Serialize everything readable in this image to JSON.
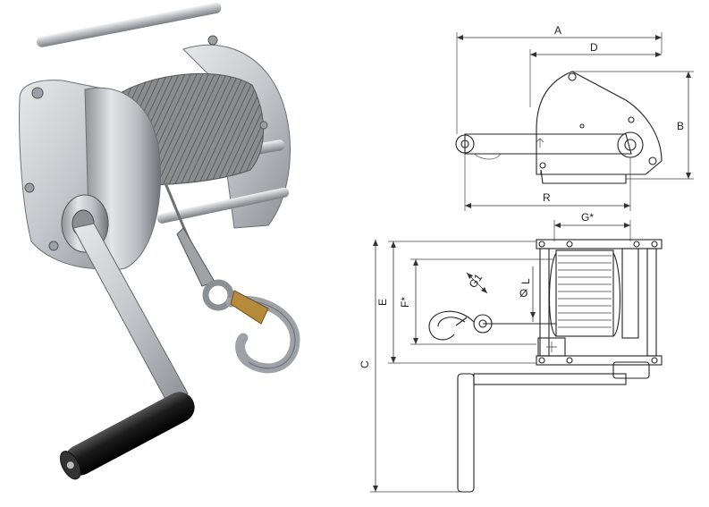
{
  "figure": {
    "photo": {
      "subject": "Hand winch with steel wire rope, hook and crank handle"
    },
    "side_view": {
      "labels": {
        "A": "A",
        "D": "D",
        "B": "B",
        "R": "R"
      }
    },
    "top_view": {
      "labels": {
        "G": "G*",
        "E": "E",
        "F": "F*",
        "C": "C",
        "G1": "G1",
        "L": "L",
        "phi": "Ø"
      }
    },
    "colors": {
      "metal_light": "#d7dadd",
      "metal_mid": "#a9adb1",
      "metal_dark": "#6d7176",
      "rope": "#777777",
      "handle_grip": "#1a1a1a",
      "latch_brass": "#b58a3a",
      "line": "#222222"
    }
  }
}
